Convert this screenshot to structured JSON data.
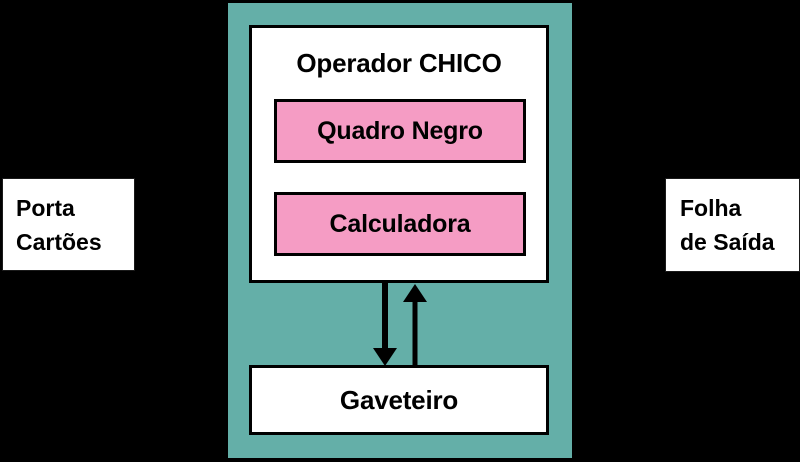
{
  "diagram": {
    "title_text": "Operador CHICO",
    "background_color": "#000000",
    "container_color": "#64afa8",
    "module_color": "#f59cc4",
    "box_color": "#ffffff",
    "stroke_color": "#000000",
    "inputs": {
      "label_line1": "Porta",
      "label_line2": "Cartões"
    },
    "outputs": {
      "label_line1": "Folha",
      "label_line2": "de Saída"
    },
    "operator": {
      "title": "Operador CHICO",
      "modules": [
        {
          "label": "Quadro Negro"
        },
        {
          "label": "Calculadora"
        }
      ]
    },
    "storage": {
      "label": "Gaveteiro"
    },
    "connections": [
      {
        "name": "operator-to-storage",
        "direction": "down",
        "from": "Operador CHICO",
        "to": "Gaveteiro"
      },
      {
        "name": "storage-to-operator",
        "direction": "up",
        "from": "Gaveteiro",
        "to": "Operador CHICO"
      }
    ]
  }
}
